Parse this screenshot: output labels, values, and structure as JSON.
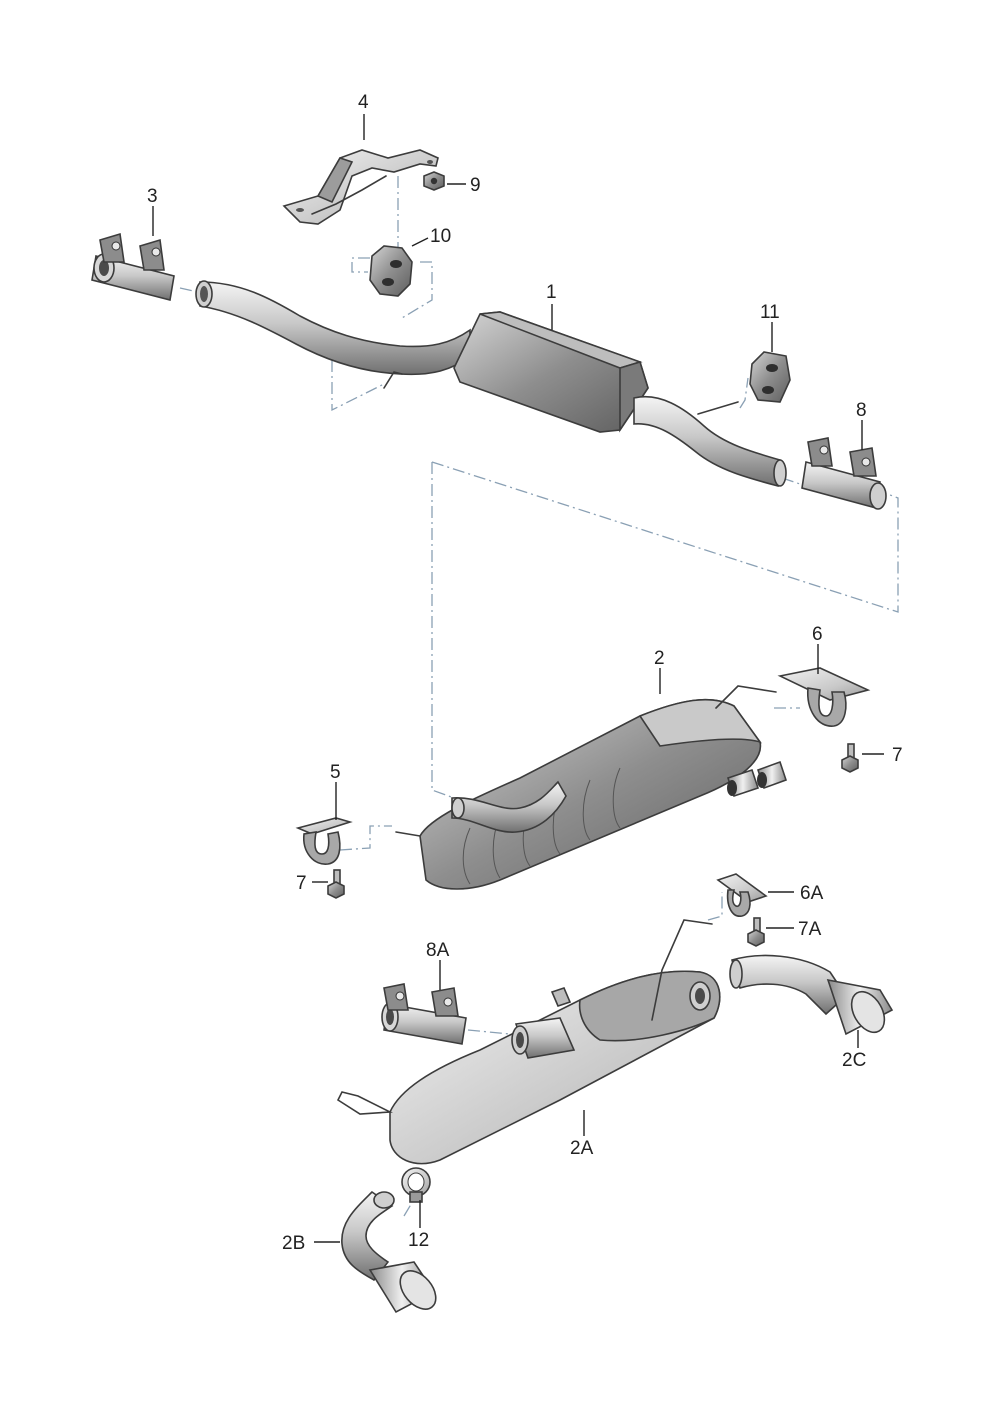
{
  "callouts": {
    "c1": "1",
    "c2": "2",
    "c2A": "2A",
    "c2B": "2B",
    "c2C": "2C",
    "c3": "3",
    "c4": "4",
    "c5": "5",
    "c6": "6",
    "c6A": "6A",
    "c7_right": "7",
    "c7_left": "7",
    "c7A": "7A",
    "c8": "8",
    "c8A": "8A",
    "c9": "9",
    "c10": "10",
    "c11": "11",
    "c12": "12"
  },
  "colors": {
    "metal_light": "#e6e6e6",
    "metal_mid": "#b9b9b9",
    "metal_dark": "#6e6e6e",
    "outline": "#3c3c3c",
    "dash_line": "#8aa0b4"
  }
}
